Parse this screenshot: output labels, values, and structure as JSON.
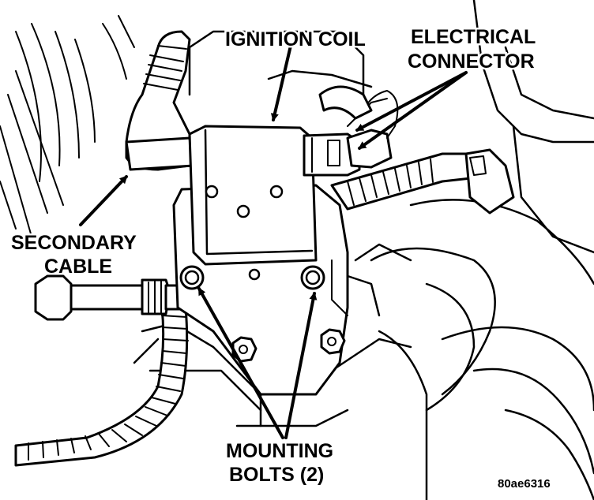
{
  "labels": {
    "ignition_coil": "IGNITION COIL",
    "electrical_connector_line1": "ELECTRICAL",
    "electrical_connector_line2": "CONNECTOR",
    "secondary_cable_line1": "SECONDARY",
    "secondary_cable_line2": "CABLE",
    "mounting_bolts_line1": "MOUNTING",
    "mounting_bolts_line2": "BOLTS (2)"
  },
  "figure_id": "80ae6316"
}
